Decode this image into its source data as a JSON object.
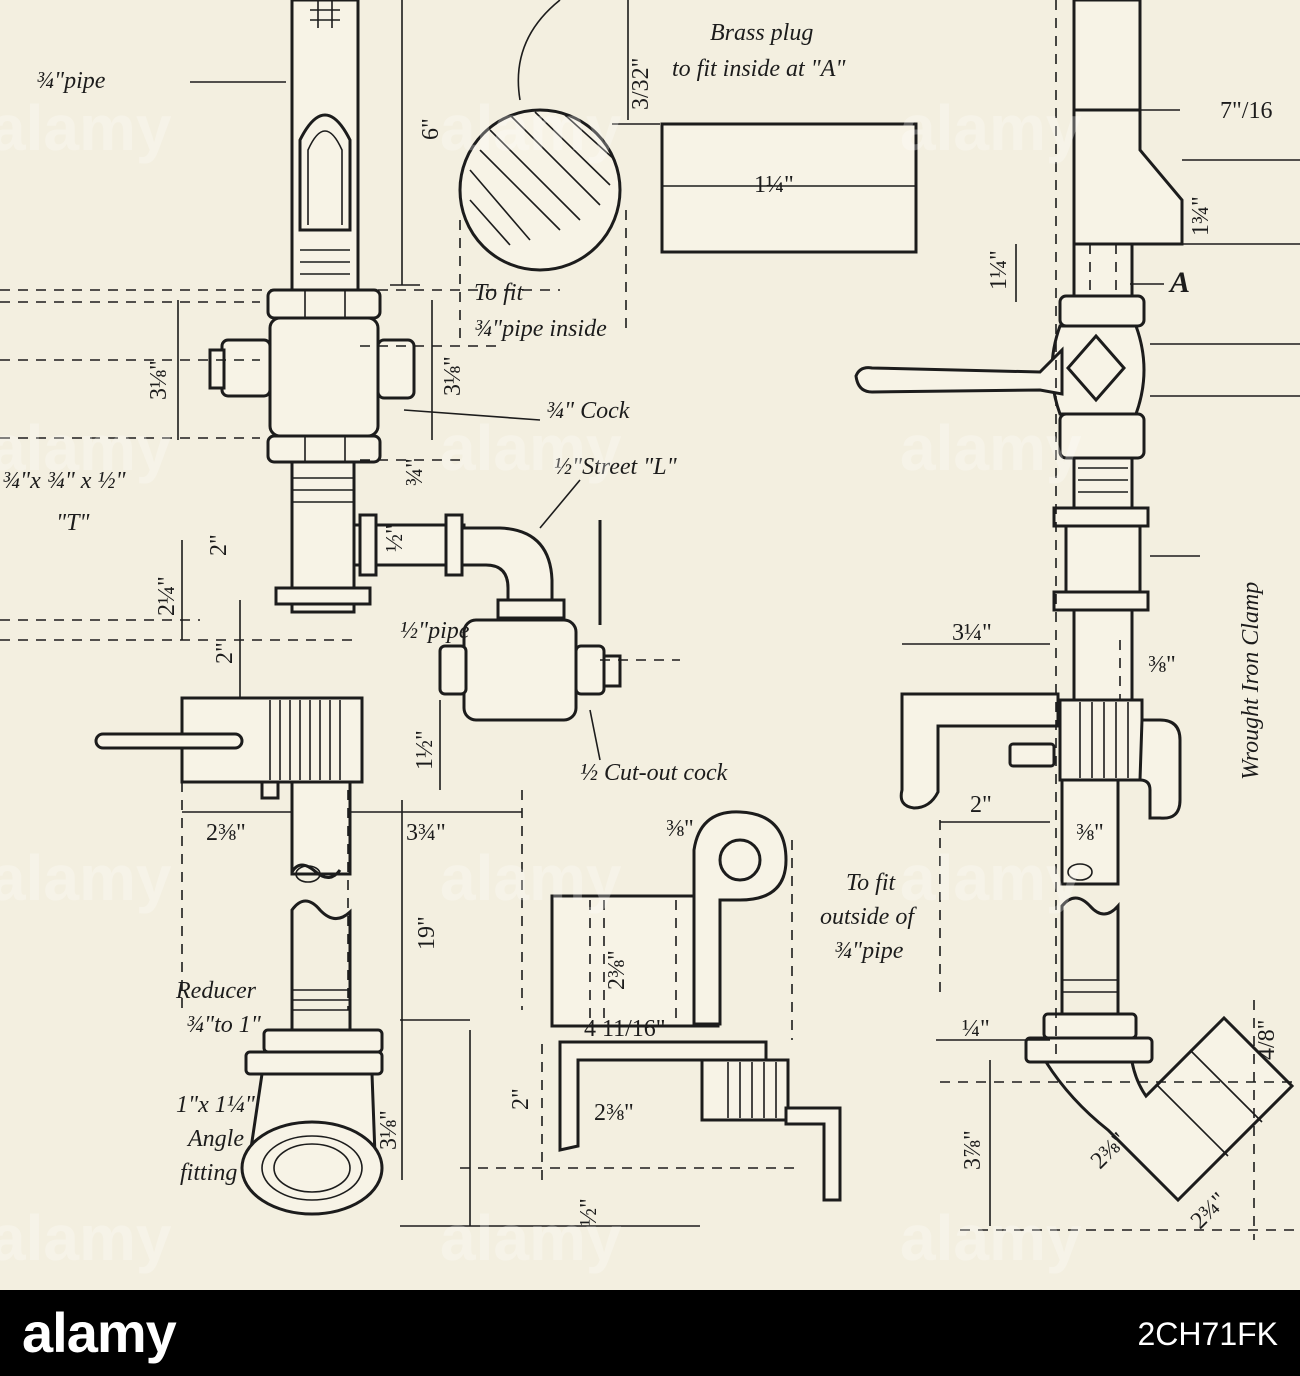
{
  "drawing": {
    "labels": {
      "pipe_top": "¾\"pipe",
      "brass_plug": "Brass plug",
      "brass_plug_2": "to fit inside at \"A\"",
      "to_fit_1": "To fit",
      "to_fit_2": "¾\"pipe inside",
      "cock": "¾\" Cock",
      "street_l": "½\"Street \"L\"",
      "tee_1": "¾\"x ¾\" x ½\"",
      "tee_2": "\"T\"",
      "half_pipe": "½\"pipe",
      "cutout": "½ Cut-out cock",
      "to_fit_out_1": "To fit",
      "to_fit_out_2": "outside of",
      "to_fit_out_3": "¾\"pipe",
      "reducer_1": "Reducer",
      "reducer_2": "¾\"to 1\"",
      "angle_1": "1\"x 1¼\"",
      "angle_2": "Angle",
      "angle_3": "fitting",
      "clamp": "Wrought Iron Clamp",
      "point_a": "A"
    },
    "dimensions": {
      "d_six": "6\"",
      "d_3_32": "3/32\"",
      "d_1_1_4": "1¼\"",
      "d_7_16": "7\"/16",
      "d_13_4": "1¾\"",
      "d_11_4_side": "1¼\"",
      "d_3_1_8_a": "3⅛\"",
      "d_3_1_8_b": "3⅛\"",
      "d_3_4": "¾\"",
      "d_1_2": "½\"",
      "d_2_a": "2\"",
      "d_2_1_4": "2¼\"",
      "d_2_b": "2\"",
      "d_1_1_2": "1½\"",
      "d_2_3_8": "2⅜\"",
      "d_3_3_4": "3¾\"",
      "d_19": "19\"",
      "d_3_1_8_c": "3⅛\"",
      "d_3_8_top": "⅜\"",
      "d_2_3_8_b": "2⅜\"",
      "d_4_11_16": "4 11/16\"",
      "d_2_c": "2\"",
      "d_2_3_8_c": "2⅜\"",
      "d_1_2_b": "½\"",
      "d_3_1_4": "3¼\"",
      "d_3_8_r": "⅜\"",
      "d_2_r": "2\"",
      "d_3_8_r2": "⅜\"",
      "d_1_4_r": "¼\"",
      "d_3_7_8": "3⅞\"",
      "d_2_3_8_r": "2⅜\"",
      "d_2_3_4_r": "2¾\"",
      "d_4_8": "4/8\""
    }
  },
  "watermark": "alamy",
  "footer": {
    "brand": "alamy",
    "image_id": "2CH71FK"
  },
  "colors": {
    "paper": "#f3efe0",
    "ink": "#1c1c1c",
    "footer": "#000000"
  }
}
